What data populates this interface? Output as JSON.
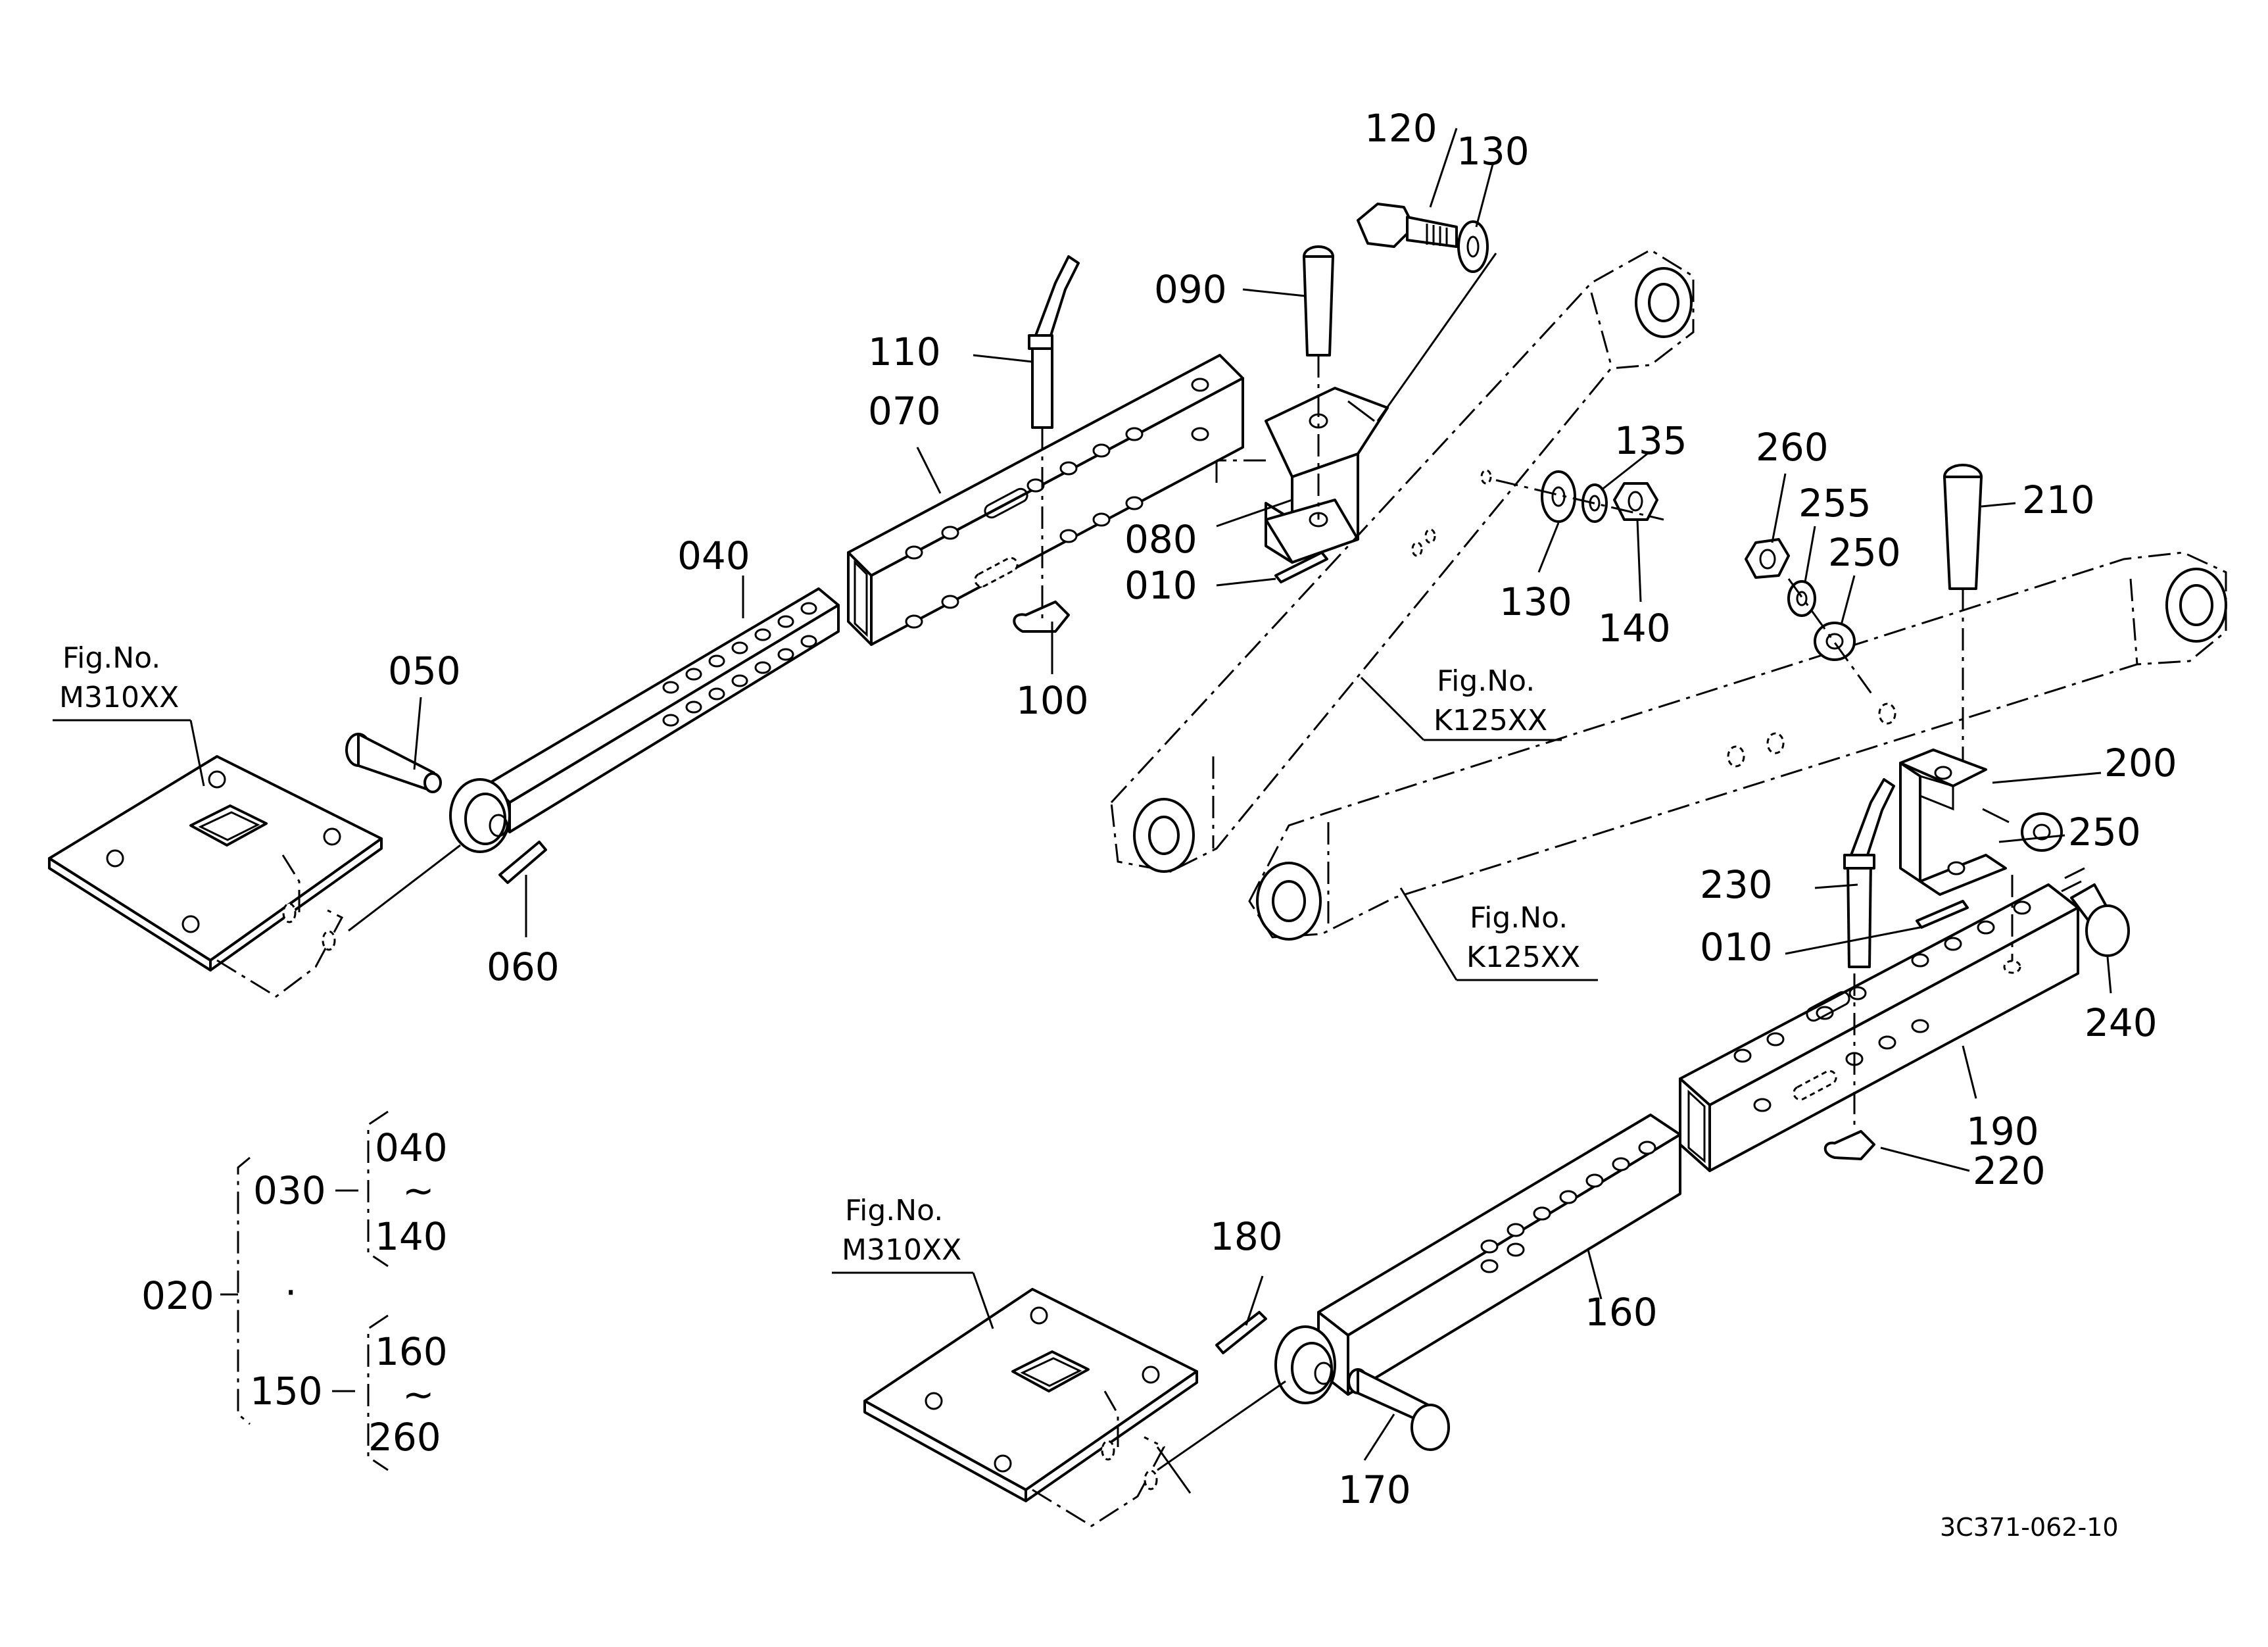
{
  "diagram": {
    "sheet_code": "3C371-062-10",
    "tree": {
      "root": "020",
      "dot": "·",
      "tilde": "~",
      "groups": [
        {
          "code": "030",
          "from": "040",
          "to": "140"
        },
        {
          "code": "150",
          "from": "160",
          "to": "260"
        }
      ]
    },
    "references": [
      {
        "line1": "Fig.No.",
        "line2": "M310XX"
      },
      {
        "line1": "Fig.No.",
        "line2": "K125XX"
      },
      {
        "line1": "Fig.No.",
        "line2": "K125XX"
      },
      {
        "line1": "Fig.No.",
        "line2": "M310XX"
      }
    ],
    "callouts": {
      "c120": "120",
      "c130a": "130",
      "c090": "090",
      "c110": "110",
      "c070": "070",
      "c080": "080",
      "c010a": "010",
      "c040": "040",
      "c050": "050",
      "c060": "060",
      "c100": "100",
      "c135": "135",
      "c130b": "130",
      "c140": "140",
      "c260": "260",
      "c255": "255",
      "c250a": "250",
      "c210": "210",
      "c200": "200",
      "c250b": "250",
      "c230": "230",
      "c010b": "010",
      "c240": "240",
      "c190": "190",
      "c220": "220",
      "c180": "180",
      "c160": "160",
      "c170": "170"
    }
  }
}
